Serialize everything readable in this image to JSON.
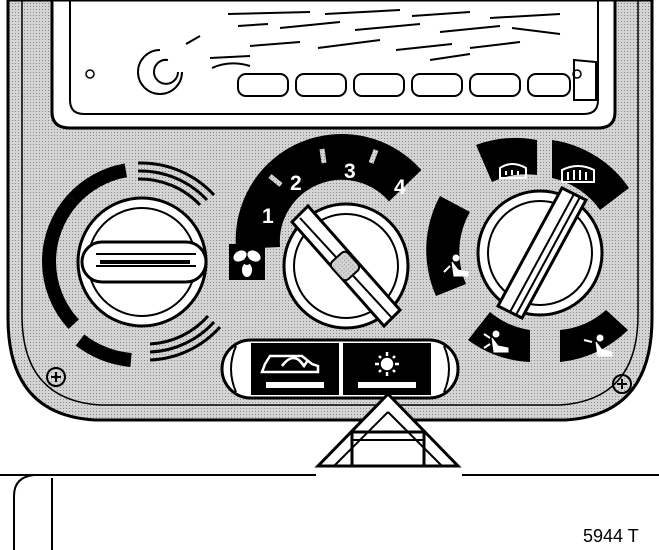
{
  "illustration": {
    "reference_code": "5944 T",
    "fan_speed_labels": [
      "1",
      "2",
      "3",
      "4"
    ],
    "colors": {
      "panel_fill": "#c9c9c9",
      "ink": "#000000",
      "paper": "#ffffff"
    },
    "icons": [
      "radio-unit",
      "temperature-knob",
      "fan-speed-knob",
      "fan-icon",
      "air-distribution-knob",
      "windscreen-demist-icon",
      "rear-window-heat-icon",
      "feet-vent-icon",
      "face-vent-icon",
      "face-feet-vent-icon",
      "recirculation-button-icon",
      "air-conditioning-button-icon",
      "pointer-arrow",
      "panel-screw"
    ]
  }
}
